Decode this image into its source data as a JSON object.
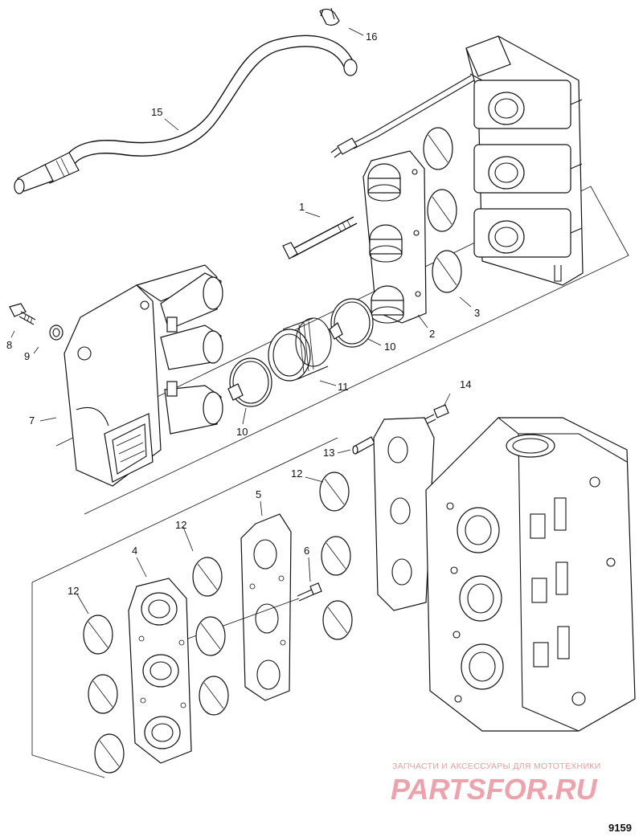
{
  "callouts": {
    "c1": "1",
    "c2": "2",
    "c3": "3",
    "c4": "4",
    "c5": "5",
    "c6": "6",
    "c7": "7",
    "c8": "8",
    "c9": "9",
    "c10a": "10",
    "c10b": "10",
    "c11": "11",
    "c12a": "12",
    "c12b": "12",
    "c12c": "12",
    "c13": "13",
    "c14": "14",
    "c15": "15",
    "c16": "16"
  },
  "figure_number": "9159",
  "watermark": {
    "tagline": "ЗАПЧАСТИ И АКСЕССУАРЫ ДЛЯ МОТОТЕХНИКИ",
    "logo": "PARTSFOR.RU",
    "color": "#e0576a"
  }
}
